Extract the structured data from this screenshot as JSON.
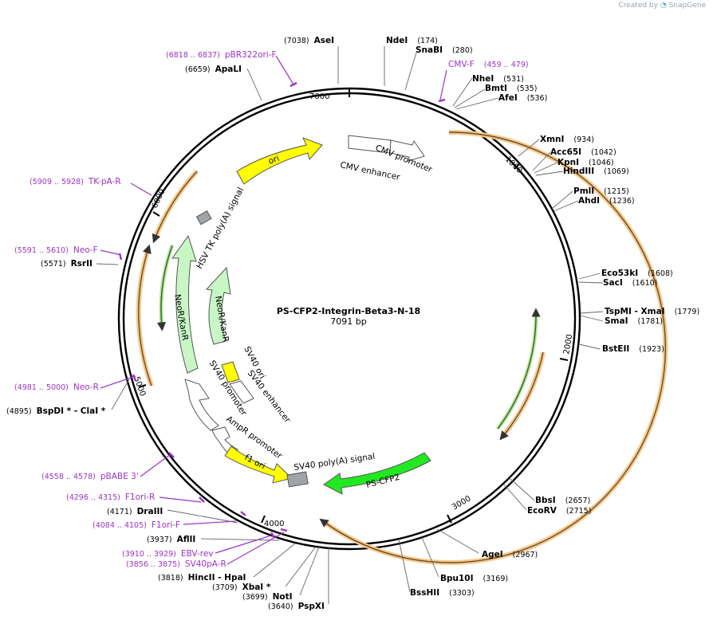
{
  "app": {
    "credit_prefix": "Created by",
    "credit_brand": "SnapGene"
  },
  "plasmid": {
    "name": "PS-CFP2-Integrin-Beta3-N-18",
    "size_label": "7091 bp"
  },
  "ticks": [
    "1000",
    "2000",
    "3000",
    "4000",
    "5000",
    "6000",
    "7000"
  ],
  "restriction_sites": [
    {
      "name": "AseI",
      "pos": "(7038)"
    },
    {
      "name": "NdeI",
      "pos": "(174)"
    },
    {
      "name": "SnaBI",
      "pos": "(280)"
    },
    {
      "name": "NheI",
      "pos": "(531)"
    },
    {
      "name": "BmtI",
      "pos": "(535)"
    },
    {
      "name": "AfeI",
      "pos": "(536)"
    },
    {
      "name": "XmnI",
      "pos": "(934)"
    },
    {
      "name": "Acc65I",
      "pos": "(1042)"
    },
    {
      "name": "KpnI",
      "pos": "(1046)"
    },
    {
      "name": "HindIII",
      "pos": "(1069)"
    },
    {
      "name": "PmlI",
      "pos": "(1215)"
    },
    {
      "name": "AhdI",
      "pos": "(1236)"
    },
    {
      "name": "Eco53kI",
      "pos": "(1608)"
    },
    {
      "name": "SacI",
      "pos": "(1610)"
    },
    {
      "name": "TspMI - XmaI",
      "pos": "(1779)"
    },
    {
      "name": "SmaI",
      "pos": "(1781)"
    },
    {
      "name": "BstEII",
      "pos": "(1923)"
    },
    {
      "name": "BbsI",
      "pos": "(2657)"
    },
    {
      "name": "EcoRV",
      "pos": "(2715)"
    },
    {
      "name": "AgeI",
      "pos": "(2967)"
    },
    {
      "name": "Bpu10I",
      "pos": "(3169)"
    },
    {
      "name": "BssHII",
      "pos": "(3303)"
    },
    {
      "name": "PspXI",
      "pos": "(3640)"
    },
    {
      "name": "NotI",
      "pos": "(3699)"
    },
    {
      "name": "XbaI *",
      "pos": "(3709)"
    },
    {
      "name": "HincII - HpaI",
      "pos": "(3818)"
    },
    {
      "name": "AflII",
      "pos": "(3937)"
    },
    {
      "name": "DraIII",
      "pos": "(4171)"
    },
    {
      "name": "BspDI * - ClaI *",
      "pos": "(4895)"
    },
    {
      "name": "RsrII",
      "pos": "(5571)"
    },
    {
      "name": "ApaLI",
      "pos": "(6659)"
    }
  ],
  "primers": [
    {
      "name": "pBR322ori-F",
      "range": "(6818 .. 6837)"
    },
    {
      "name": "CMV-F",
      "range": "(459 .. 479)"
    },
    {
      "name": "TK-pA-R",
      "range": "(5909 .. 5928)"
    },
    {
      "name": "Neo-F",
      "range": "(5591 .. 5610)"
    },
    {
      "name": "Neo-R",
      "range": "(4981 .. 5000)"
    },
    {
      "name": "pBABE 3'",
      "range": "(4558 .. 4578)"
    },
    {
      "name": "F1ori-R",
      "range": "(4296 .. 4315)"
    },
    {
      "name": "F1ori-F",
      "range": "(4084 .. 4105)"
    },
    {
      "name": "EBV-rev",
      "range": "(3910 .. 3929)"
    },
    {
      "name": "SV40pA-R",
      "range": "(3856 .. 3875)"
    }
  ],
  "features": {
    "cmv_promoter": "CMV promoter",
    "cmv_enhancer": "CMV enhancer",
    "ori": "ori",
    "hsv_tk_polya": "HSV TK poly(A) signal",
    "neo_outer": "NeoR/KanR",
    "neo_inner": "NeoR/KanR",
    "sv40_ori": "SV40 ori",
    "sv40_enhancer": "SV40 enhancer",
    "sv40_promoter": "SV40 promoter",
    "ampr_promoter": "AmpR promoter",
    "f1_ori": "f1 ori",
    "sv40_polya": "SV40 poly(A) signal",
    "ps_cfp2": "PS-CFP2"
  },
  "colors": {
    "orf": "#f5a623",
    "ori_fill": "#ffff00",
    "neo_fill": "#c8f7c5",
    "cfp_fill": "#22e822",
    "polya_fill": "#a0a4a8",
    "primer": "#9b33c8",
    "backbone": "#000000"
  }
}
